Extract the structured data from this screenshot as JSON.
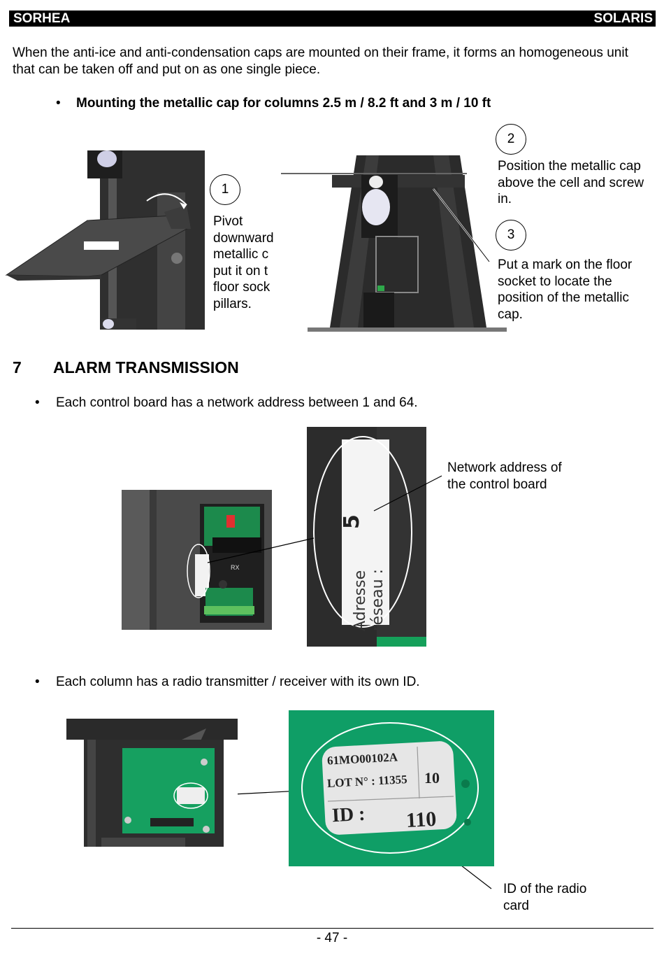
{
  "header": {
    "left": "SORHEA",
    "right": "SOLARIS"
  },
  "intro": "When the anti-ice and anti-condensation caps are mounted on their frame, it forms an homogeneous unit that can be taken off and put on as one single piece.",
  "bullet1": "Mounting the metallic cap for columns 2.5 m / 8.2 ft and 3 m / 10 ft",
  "step1": {
    "num": "1",
    "lines": [
      "Pivot",
      "downward",
      "metallic c",
      "put it on t",
      "floor sock",
      "pillars."
    ]
  },
  "step2": {
    "num": "2",
    "lines": [
      "Position the metallic cap",
      "above the cell and screw",
      "in."
    ]
  },
  "step3": {
    "num": "3",
    "lines": [
      "Put a mark on the floor",
      "socket to locate the",
      "position of the metallic",
      "cap."
    ]
  },
  "section": {
    "num": "7",
    "title": "ALARM TRANSMISSION"
  },
  "bullet2": "Each control board has a network address between 1 and 64.",
  "network_label": [
    "Network address of",
    "the control board"
  ],
  "board_label": {
    "text1": "Adresse",
    "text2": "réseau :",
    "value": "5",
    "rx": "RX"
  },
  "bullet3": "Each column has a radio transmitter / receiver with its own ID.",
  "radio_label": {
    "line1": "61MO00102A",
    "line2": "LOT N° : 11355",
    "num": "10",
    "id_label": "ID :",
    "id_value": "110"
  },
  "id_caption": [
    "ID of the radio",
    "card"
  ],
  "page": "- 47 -",
  "colors": {
    "green_board": "#0f9e66",
    "dark_metal": "#3a3a3a"
  }
}
